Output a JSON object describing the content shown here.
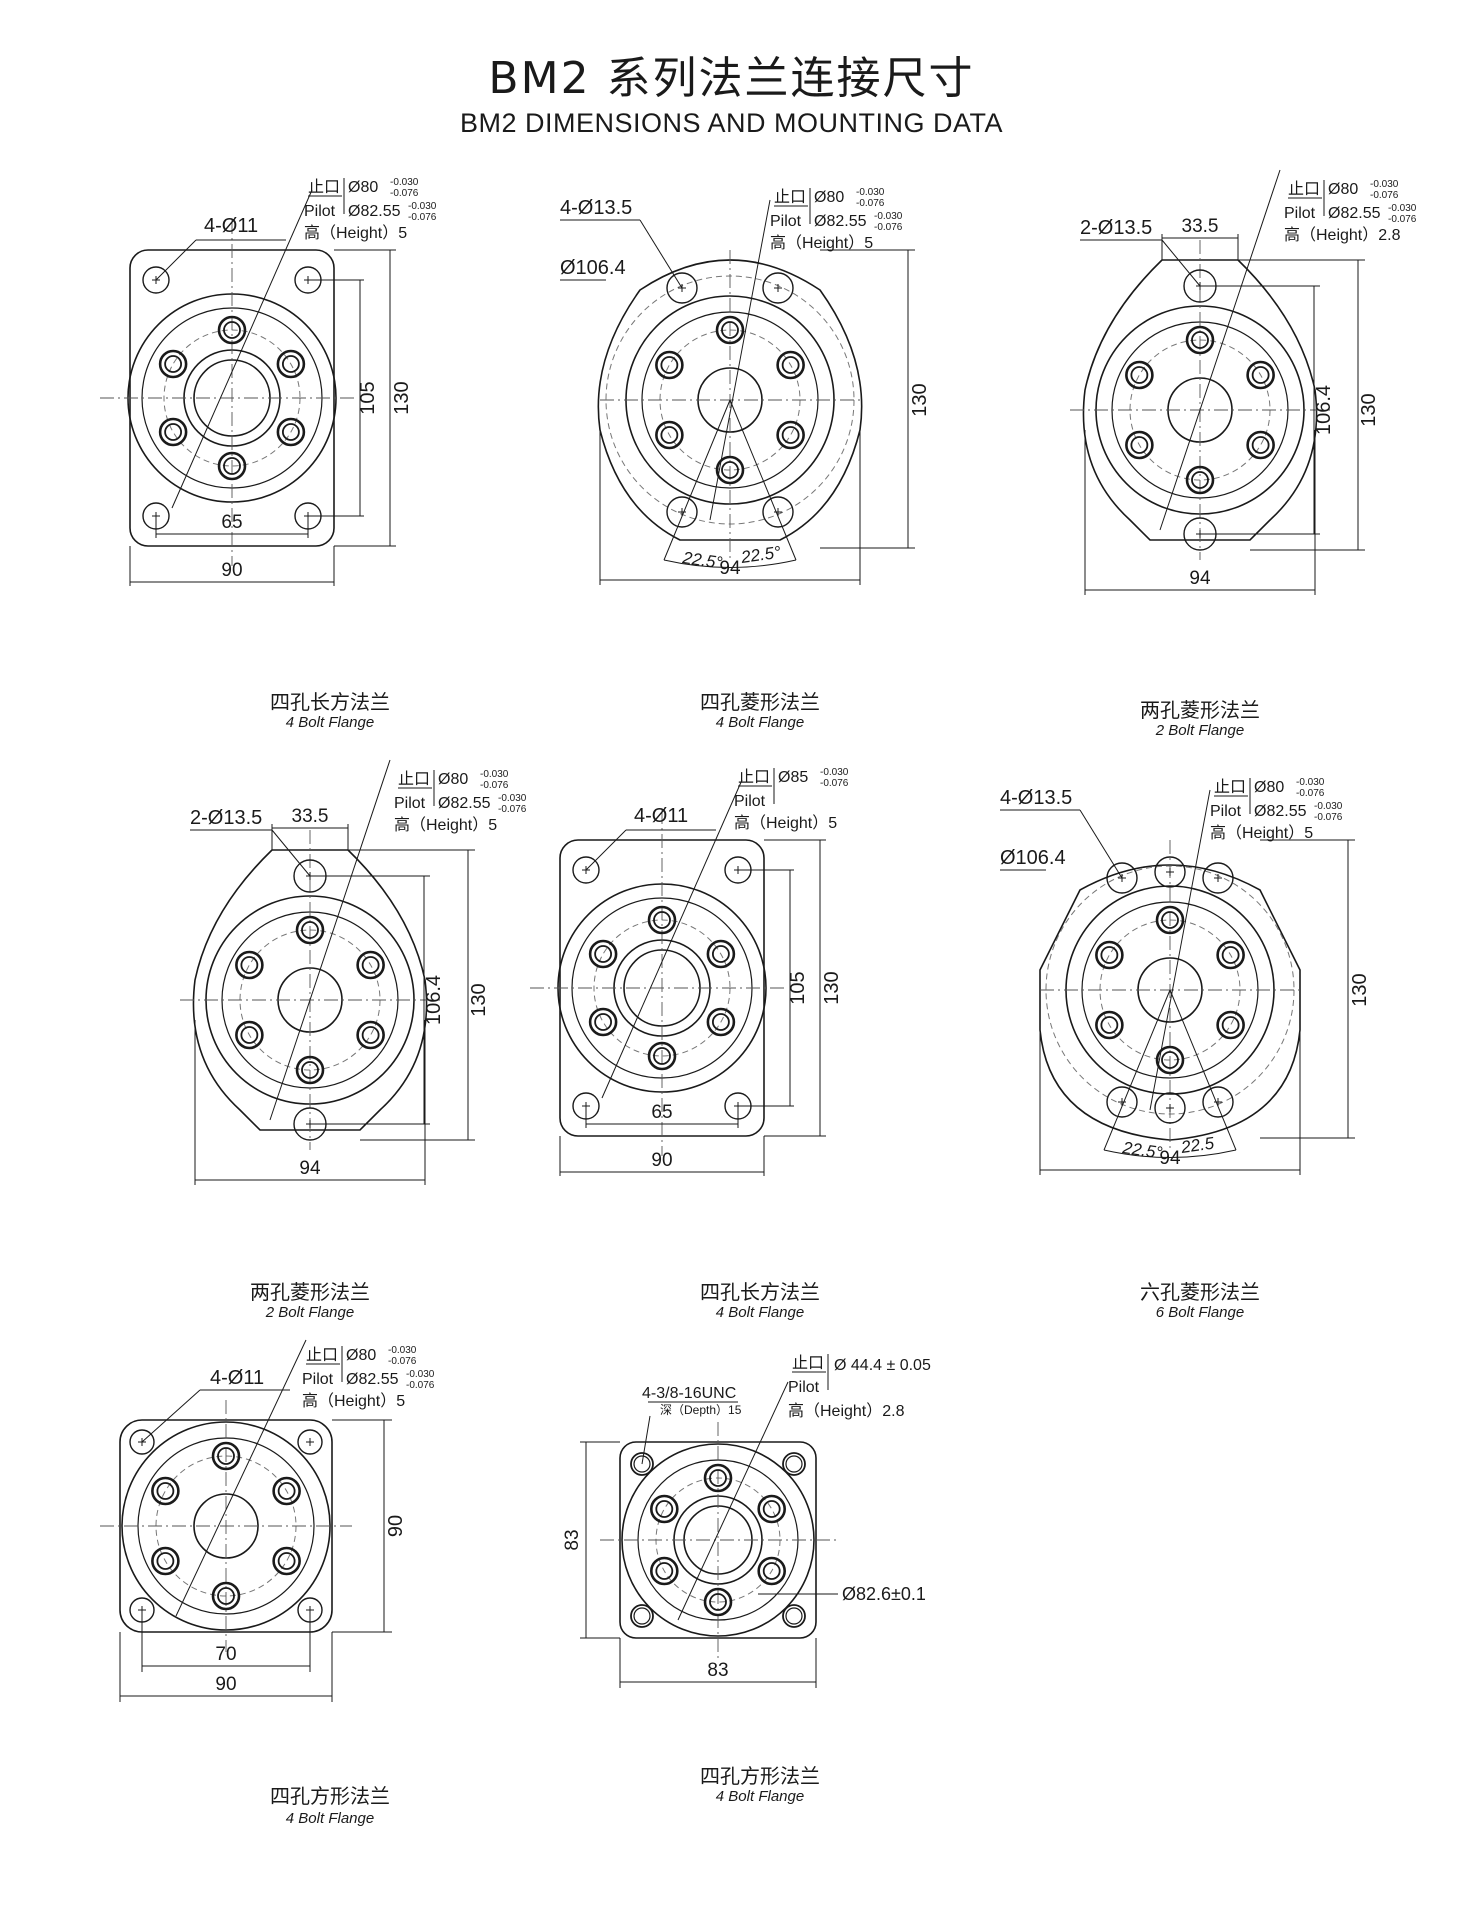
{
  "header": {
    "title": "BM2 系列法兰连接尺寸",
    "subtitle": "BM2 DIMENSIONS AND MOUNTING DATA"
  },
  "flanges": [
    {
      "shape": "square4",
      "hole_callout": "4-Ø11",
      "pilot_cn": "止口",
      "pilot_dia": "Ø80",
      "pilot_tol_upper": "-0.030",
      "pilot_tol_lower": "-0.076",
      "pilot_label": "Pilot",
      "pilot_dia2": "Ø82.55",
      "pilot2_tol_upper": "-0.030",
      "pilot2_tol_lower": "-0.076",
      "height_label": "高（Height）5",
      "dims": [
        "65",
        "105",
        "130",
        "90"
      ],
      "caption_cn": "四孔长方法兰",
      "caption_en": "4 Bolt Flange"
    },
    {
      "shape": "diamond4",
      "hole_callout": "4-Ø13.5",
      "circle_callout": "Ø106.4",
      "pilot_cn": "止口",
      "pilot_dia": "Ø80",
      "pilot_tol_upper": "-0.030",
      "pilot_tol_lower": "-0.076",
      "pilot_label": "Pilot",
      "pilot_dia2": "Ø82.55",
      "pilot2_tol_upper": "-0.030",
      "pilot2_tol_lower": "-0.076",
      "height_label": "高（Height）5",
      "angle1": "22.5°",
      "angle2": "22.5°",
      "dims": [
        "130",
        "94"
      ],
      "caption_cn": "四孔菱形法兰",
      "caption_en": "4 Bolt Flange"
    },
    {
      "shape": "diamond2",
      "hole_callout": "2-Ø13.5",
      "top_width": "33.5",
      "pilot_cn": "止口",
      "pilot_dia": "Ø80",
      "pilot_tol_upper": "-0.030",
      "pilot_tol_lower": "-0.076",
      "pilot_label": "Pilot",
      "pilot_dia2": "Ø82.55",
      "pilot2_tol_upper": "-0.030",
      "pilot2_tol_lower": "-0.076",
      "height_label": "高（Height）2.8",
      "dims": [
        "106.4",
        "130",
        "94"
      ],
      "caption_cn": "两孔菱形法兰",
      "caption_en": "2 Bolt Flange"
    },
    {
      "shape": "diamond2",
      "hole_callout": "2-Ø13.5",
      "top_width": "33.5",
      "pilot_cn": "止口",
      "pilot_dia": "Ø80",
      "pilot_tol_upper": "-0.030",
      "pilot_tol_lower": "-0.076",
      "pilot_label": "Pilot",
      "pilot_dia2": "Ø82.55",
      "pilot2_tol_upper": "-0.030",
      "pilot2_tol_lower": "-0.076",
      "height_label": "高（Height）5",
      "dims": [
        "106.4",
        "130",
        "94"
      ],
      "caption_cn": "两孔菱形法兰",
      "caption_en": "2 Bolt Flange"
    },
    {
      "shape": "square4",
      "hole_callout": "4-Ø11",
      "pilot_cn": "止口",
      "pilot_dia": "Ø85",
      "pilot_tol_upper": "-0.030",
      "pilot_tol_lower": "-0.076",
      "pilot_label": "Pilot",
      "pilot_dia2": "",
      "pilot2_tol_upper": "",
      "pilot2_tol_lower": "",
      "height_label": "高（Height）5",
      "dims": [
        "65",
        "105",
        "130",
        "90"
      ],
      "caption_cn": "四孔长方法兰",
      "caption_en": "4 Bolt Flange"
    },
    {
      "shape": "hex6",
      "hole_callout": "4-Ø13.5",
      "circle_callout": "Ø106.4",
      "pilot_cn": "止口",
      "pilot_dia": "Ø80",
      "pilot_tol_upper": "-0.030",
      "pilot_tol_lower": "-0.076",
      "pilot_label": "Pilot",
      "pilot_dia2": "Ø82.55",
      "pilot2_tol_upper": "-0.030",
      "pilot2_tol_lower": "-0.076",
      "height_label": "高（Height）5",
      "angle1": "22.5°",
      "angle2": "22.5",
      "dims": [
        "130",
        "94"
      ],
      "caption_cn": "六孔菱形法兰",
      "caption_en": "6 Bolt Flange"
    },
    {
      "shape": "square4b",
      "hole_callout": "4-Ø11",
      "pilot_cn": "止口",
      "pilot_dia": "Ø80",
      "pilot_tol_upper": "-0.030",
      "pilot_tol_lower": "-0.076",
      "pilot_label": "Pilot",
      "pilot_dia2": "Ø82.55",
      "pilot2_tol_upper": "-0.030",
      "pilot2_tol_lower": "-0.076",
      "height_label": "高（Height）5",
      "dims": [
        "70",
        "90",
        "90"
      ],
      "caption_cn": "四孔方形法兰",
      "caption_en": "4 Bolt Flange"
    },
    {
      "shape": "square4c",
      "hole_callout": "4-3/8-16UNC",
      "depth_label": "深（Depth）15",
      "pilot_cn": "止口",
      "pilot_dia": "Ø 44.4 ± 0.05",
      "pilot_label": "Pilot",
      "height_label": "高（Height）2.8",
      "bolt_circle": "Ø82.6±0.1",
      "dims": [
        "83",
        "83"
      ],
      "caption_cn": "四孔方形法兰",
      "caption_en": "4 Bolt Flange"
    }
  ]
}
